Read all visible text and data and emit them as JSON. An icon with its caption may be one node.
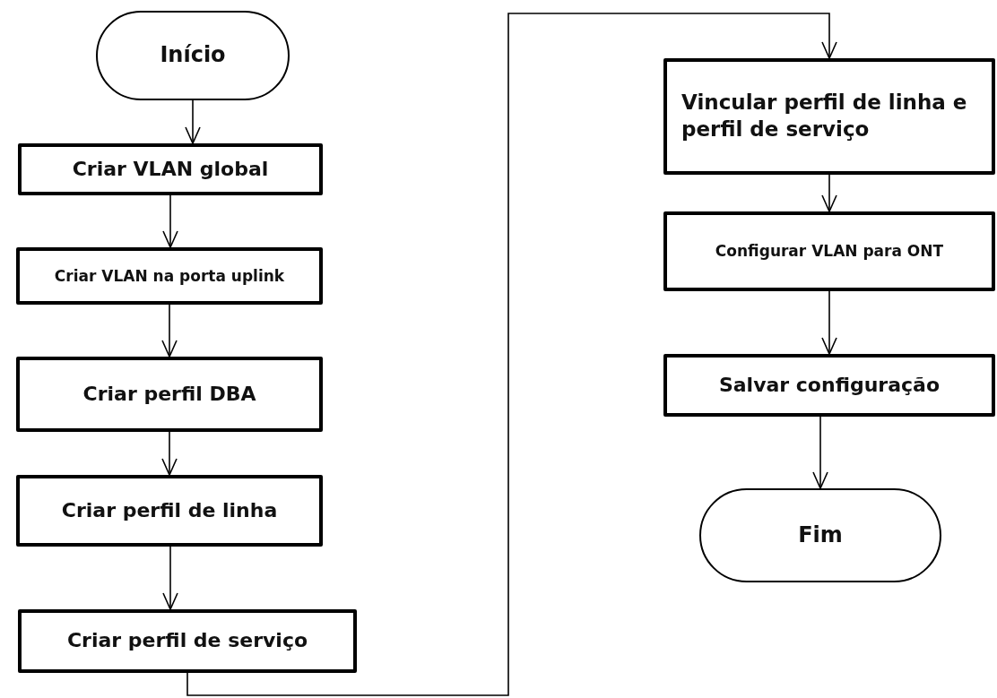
{
  "diagram": {
    "nodes": [
      {
        "text": [
          "Início"
        ]
      },
      {
        "text": [
          "Criar VLAN global"
        ]
      },
      {
        "text": [
          "Criar VLAN na porta uplink"
        ]
      },
      {
        "text": [
          "Criar perfil DBA"
        ]
      },
      {
        "text": [
          "Criar perfil de linha"
        ]
      },
      {
        "text": [
          "Criar perfil de serviço"
        ]
      },
      {
        "text": [
          "Vincular perfil de linha e perfil de serviço"
        ]
      },
      {
        "text": [
          "Configurar VLAN para ONT"
        ]
      },
      {
        "text": [
          "Salvar configuração"
        ]
      },
      {
        "text": [
          "Fim"
        ]
      }
    ],
    "edges": [
      {
        "from": 0,
        "to": 1,
        "arrow": "to"
      },
      {
        "from": 1,
        "to": 2,
        "arrow": "to"
      },
      {
        "from": 2,
        "to": 3,
        "arrow": "to"
      },
      {
        "from": 3,
        "to": 4,
        "arrow": "to"
      },
      {
        "from": 4,
        "to": 5,
        "arrow": "to"
      },
      {
        "from": 5,
        "to": 6,
        "arrow": "to"
      },
      {
        "from": 6,
        "to": 7,
        "arrow": "to"
      },
      {
        "from": 7,
        "to": 8,
        "arrow": "to"
      },
      {
        "from": 8,
        "to": 9,
        "arrow": "to"
      }
    ]
  }
}
